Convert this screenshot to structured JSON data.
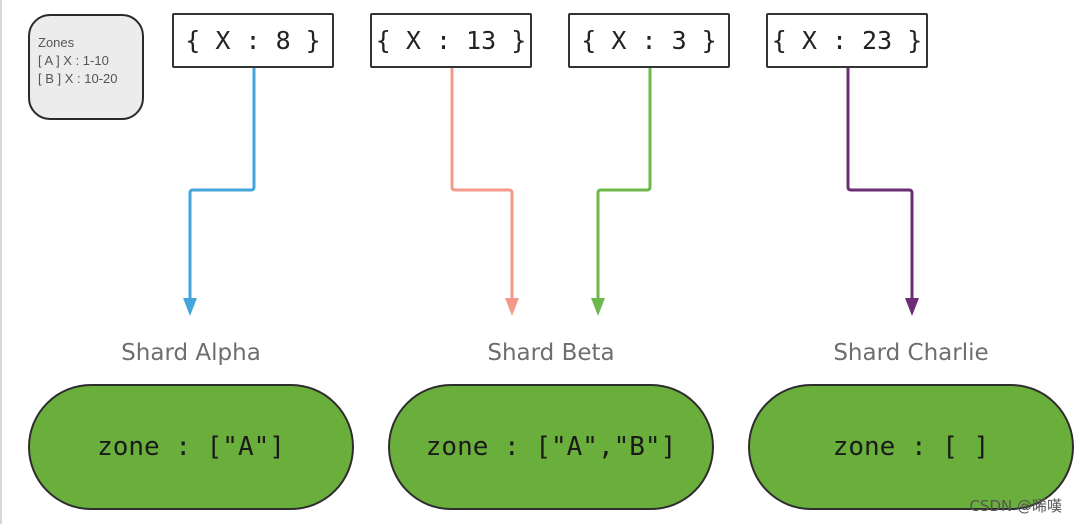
{
  "legend": {
    "title": "Zones",
    "lines": [
      "[ A ] X :  1-10",
      "[ B ] X : 10-20"
    ]
  },
  "documents": [
    {
      "label": "{ X : 8 }",
      "color": "#45a6dc",
      "target": "Shard Alpha"
    },
    {
      "label": "{ X : 13 }",
      "color": "#f39a8a",
      "target": "Shard Beta"
    },
    {
      "label": "{ X : 3 }",
      "color": "#6cb84a",
      "target": "Shard Beta"
    },
    {
      "label": "{ X : 23 }",
      "color": "#6b2d74",
      "target": "Shard Charlie"
    }
  ],
  "shards": [
    {
      "name": "Shard Alpha",
      "zone": "zone : [\"A\"]"
    },
    {
      "name": "Shard Beta",
      "zone": "zone : [\"A\",\"B\"]"
    },
    {
      "name": "Shard Charlie",
      "zone": "zone : [ ]"
    }
  ],
  "colors": {
    "shard_fill": "#6aae3c",
    "legend_fill": "#ececec"
  },
  "watermark": "CSDN @晞嘆"
}
